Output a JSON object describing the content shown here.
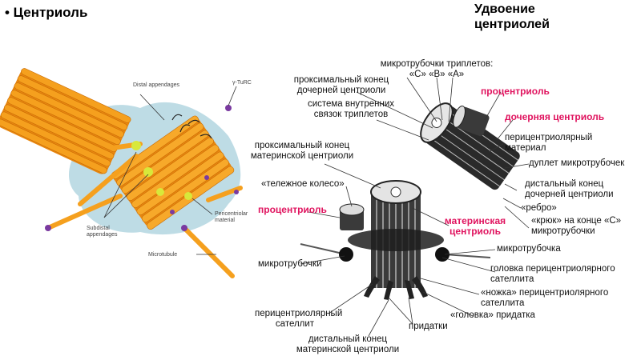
{
  "slide": {
    "bullet_title": "• Центриоль",
    "main_title": "Удвоение центриолей"
  },
  "left_diagram": {
    "labels": {
      "distal_appendages": "Distal appendages",
      "gamma_turc": "γ-TuRC",
      "subdistal_appendages": "Subdistal appendages",
      "pericentriolar_material": "Pericentriolar material",
      "microtubule": "Microtubule"
    }
  },
  "right_diagram": {
    "labels": {
      "triplet_microtubules": "микротрубочки триплетов:",
      "triplet_abc": "«С» «В» «А»",
      "proximal_end_daughter": "проксимальный конец дочерней центриоли",
      "triplet_link_system": "система внутренних связок триплетов",
      "procentriole_top": "процентриоль",
      "daughter_centriole": "дочерняя центриоль",
      "pericentriolar_material": "перицентриолярный материал",
      "microtubule_doublet": "дуплет микротрубочек",
      "proximal_end_mother": "проксимальный конец материнской центриоли",
      "cartwheel": "«тележное колесо»",
      "procentriole_left": "процентриоль",
      "mother_centriole": "материнская центриоль",
      "distal_end_daughter": "дистальный конец дочерней центриоли",
      "rib": "«ребро»",
      "hook": "«крюк» на конце «С» микротрубочки",
      "microtubule": "микротрубочка",
      "microtubules": "микротрубочки",
      "satellite_head": "головка перицентриолярного сателлита",
      "satellite_foot": "«ножка» перицентриолярного сателлита",
      "appendage_head": "«головка» придатка",
      "pericentriolar_satellite": "перицентриолярный сателлит",
      "appendages": "придатки",
      "distal_end_mother": "дистальный конец материнской центриоли"
    }
  },
  "colors": {
    "accent_pink": "#e0145f",
    "orange": "#f5a01e",
    "pcm_blue": "#a8d0dc"
  }
}
